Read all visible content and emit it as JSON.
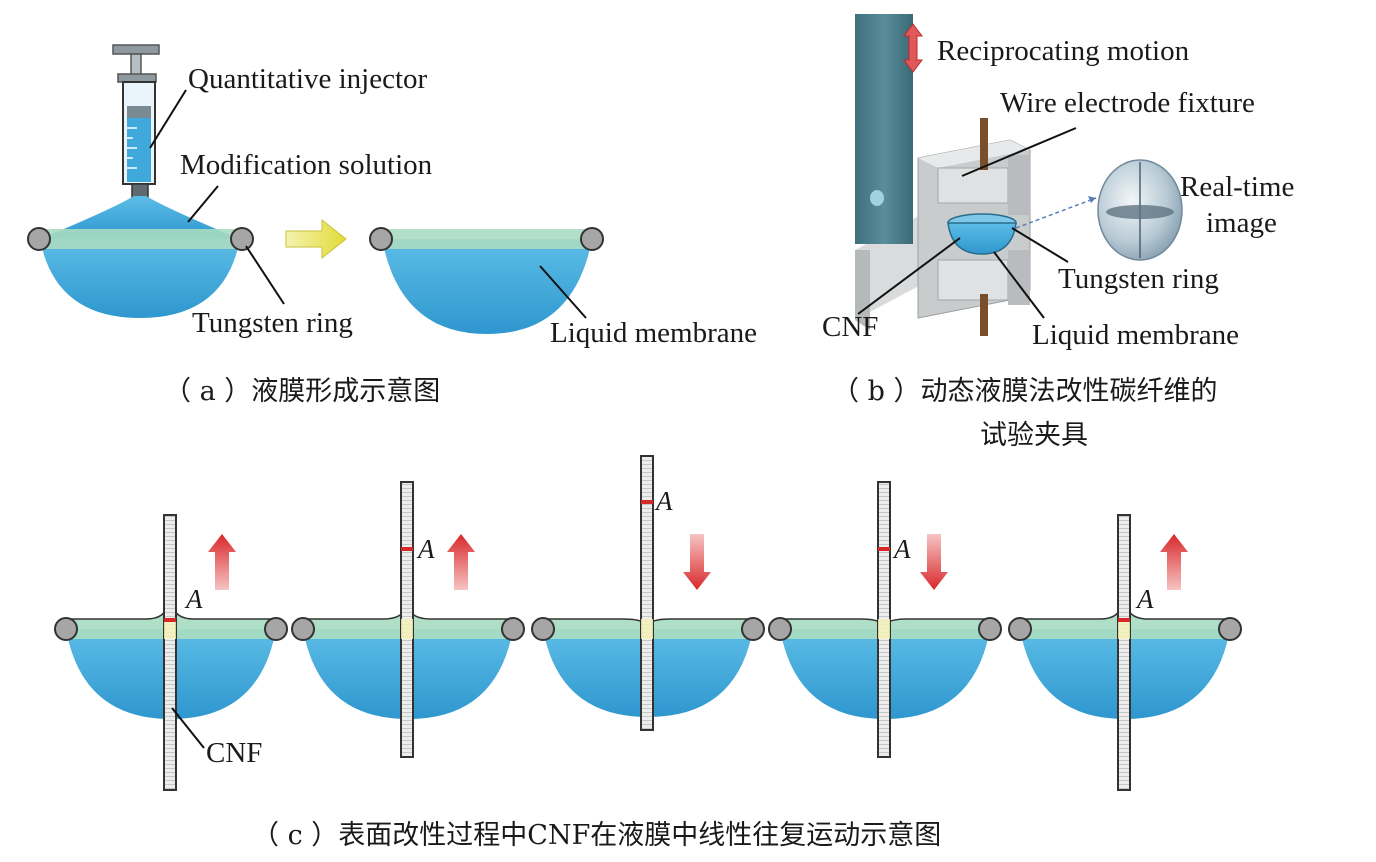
{
  "panel_a": {
    "labels": {
      "injector": "Quantitative injector",
      "solution": "Modification solution",
      "ring": "Tungsten ring",
      "membrane": "Liquid membrane"
    },
    "caption": "（ a ）液膜形成示意图"
  },
  "panel_b": {
    "labels": {
      "motion": "Reciprocating motion",
      "fixture": "Wire electrode fixture",
      "realtime_1": "Real-time",
      "realtime_2": "image",
      "ring": "Tungsten ring",
      "cnf": "CNF",
      "membrane": "Liquid membrane"
    },
    "caption_1": "（ b ）动态液膜法改性碳纤维的",
    "caption_2": "试验夹具"
  },
  "panel_c": {
    "point_label": "A",
    "cnf_label": "CNF",
    "stages": [
      {
        "direction": "up"
      },
      {
        "direction": "up"
      },
      {
        "direction": "down"
      },
      {
        "direction": "down"
      },
      {
        "direction": "up"
      }
    ],
    "caption": "（ c ）表面改性过程中CNF在液膜中线性往复运动示意图"
  },
  "colors": {
    "liquid": "#3fa9dc",
    "membrane_band": "#a8dcc1",
    "ring": "#a6a6a6",
    "arrow_red": "#d9282a",
    "arrow_yellow": "#e8e24a",
    "fixture_gray": "#c8cbcc",
    "column_teal": "#4b7f8c"
  }
}
